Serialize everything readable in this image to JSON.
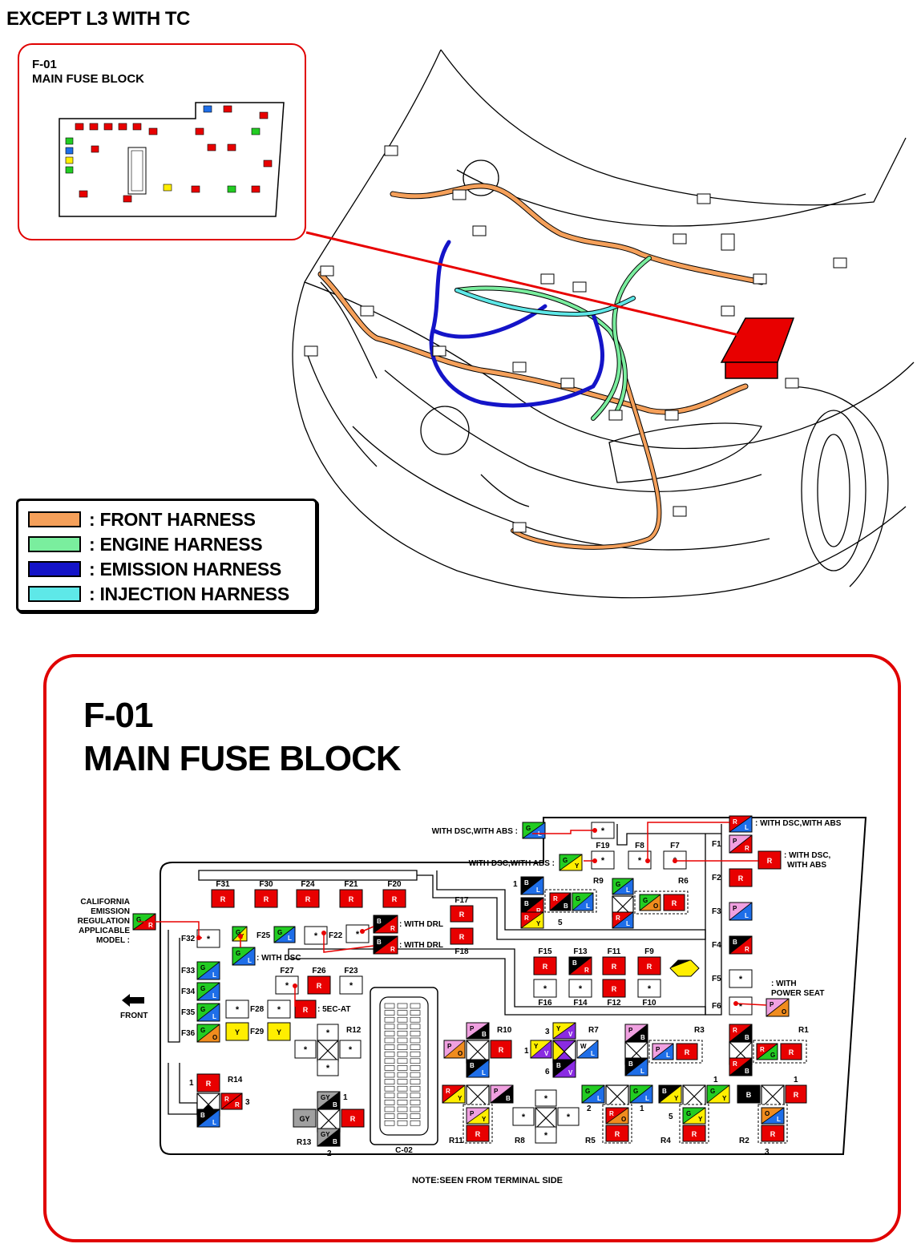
{
  "page_title": "EXCEPT L3 WITH TC",
  "inset": {
    "code": "F-01",
    "name": "MAIN FUSE BLOCK"
  },
  "legend": [
    {
      "label": ": FRONT HARNESS",
      "color": "#f5a05a"
    },
    {
      "label": ": ENGINE HARNESS",
      "color": "#7aee9e"
    },
    {
      "label": ": EMISSION HARNESS",
      "color": "#1414c8"
    },
    {
      "label": ": INJECTION HARNESS",
      "color": "#5ee8e8"
    }
  ],
  "panel": {
    "code": "F-01",
    "name": "MAIN FUSE BLOCK"
  },
  "fuse_block": {
    "side_labels": {
      "california": [
        "CALIFORNIA",
        "EMISSION",
        "REGULATION",
        "APPLICABLE",
        "MODEL :"
      ],
      "front": "FRONT"
    },
    "notes": {
      "dsc_abs_1": "WITH DSC,WITH ABS :",
      "dsc_abs_2": "WITH DSC,WITH ABS :",
      "dsc_abs_right": ": WITH DSC,WITH ABS",
      "dsc_abs_right2a": ": WITH DSC,",
      "dsc_abs_right2b": "WITH ABS",
      "with_drl_1": ": WITH DRL",
      "with_drl_2": ": WITH DRL",
      "with_dsc": ": WITH DSC",
      "sec_at": ": 5EC-AT",
      "power_seat_a": ": WITH",
      "power_seat_b": "POWER SEAT",
      "seen_from": "NOTE:SEEN FROM TERMINAL SIDE"
    },
    "fuse_labels": {
      "f1": "F1",
      "f2": "F2",
      "f3": "F3",
      "f4": "F4",
      "f5": "F5",
      "f6": "F6",
      "f7": "F7",
      "f8": "F8",
      "f9": "F9",
      "f10": "F10",
      "f11": "F11",
      "f12": "F12",
      "f13": "F13",
      "f14": "F14",
      "f15": "F15",
      "f16": "F16",
      "f17": "F17",
      "f18": "F18",
      "f19": "F19",
      "f20": "F20",
      "f21": "F21",
      "f22": "F22",
      "f23": "F23",
      "f24": "F24",
      "f25": "F25",
      "f26": "F26",
      "f27": "F27",
      "f28": "F28",
      "f29": "F29",
      "f30": "F30",
      "f31": "F31",
      "f32": "F32",
      "f33": "F33",
      "f34": "F34",
      "f35": "F35",
      "f36": "F36"
    },
    "relay_labels": {
      "r1": "R1",
      "r2": "R2",
      "r3": "R3",
      "r4": "R4",
      "r5": "R5",
      "r6": "R6",
      "r7": "R7",
      "r8": "R8",
      "r9": "R9",
      "r10": "R10",
      "r11": "R11",
      "r12": "R12",
      "r13": "R13",
      "r14": "R14"
    },
    "connector_label": "C-02",
    "pin_numbers": {
      "one": "1",
      "two": "2",
      "three": "3",
      "five": "5",
      "six": "6"
    },
    "wire_codes": {
      "R": "R",
      "B": "B",
      "G": "G",
      "L": "L",
      "Y": "Y",
      "P": "P",
      "O": "O",
      "W": "W",
      "V": "V",
      "GY": "GY",
      "star": "*"
    },
    "colors": {
      "R": "#e80000",
      "B": "#000000",
      "G": "#22cc22",
      "L": "#1e6ee8",
      "Y": "#ffee00",
      "P": "#f0a0e0",
      "O": "#f08c1e",
      "V": "#8a2be2",
      "GY": "#a0a0a0",
      "W": "#ffffff"
    }
  }
}
